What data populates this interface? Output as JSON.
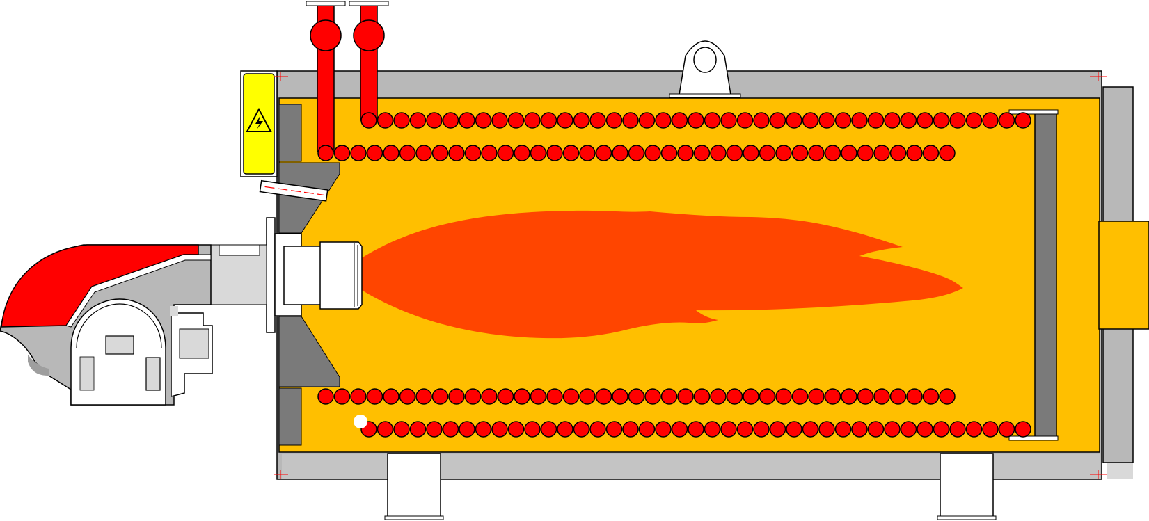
{
  "diagram": {
    "subject": "boiler-cross-section",
    "colors": {
      "shell": "#B8B8B8",
      "shell_light": "#D9D9D9",
      "water": "#FFBF00",
      "flame": "#FF4500",
      "tube": "#FF0000",
      "pipe": "#FF0000",
      "plate": "#7A7A7A",
      "panel": "#FFFF00",
      "outline": "#000000",
      "burner_body": "#FFFFFF"
    },
    "tube_rows": {
      "upper_outer": 41,
      "upper_inner": 39,
      "lower_inner": 39,
      "lower_outer": 41
    },
    "icons": {
      "warning": "high-voltage-warning-icon"
    }
  }
}
